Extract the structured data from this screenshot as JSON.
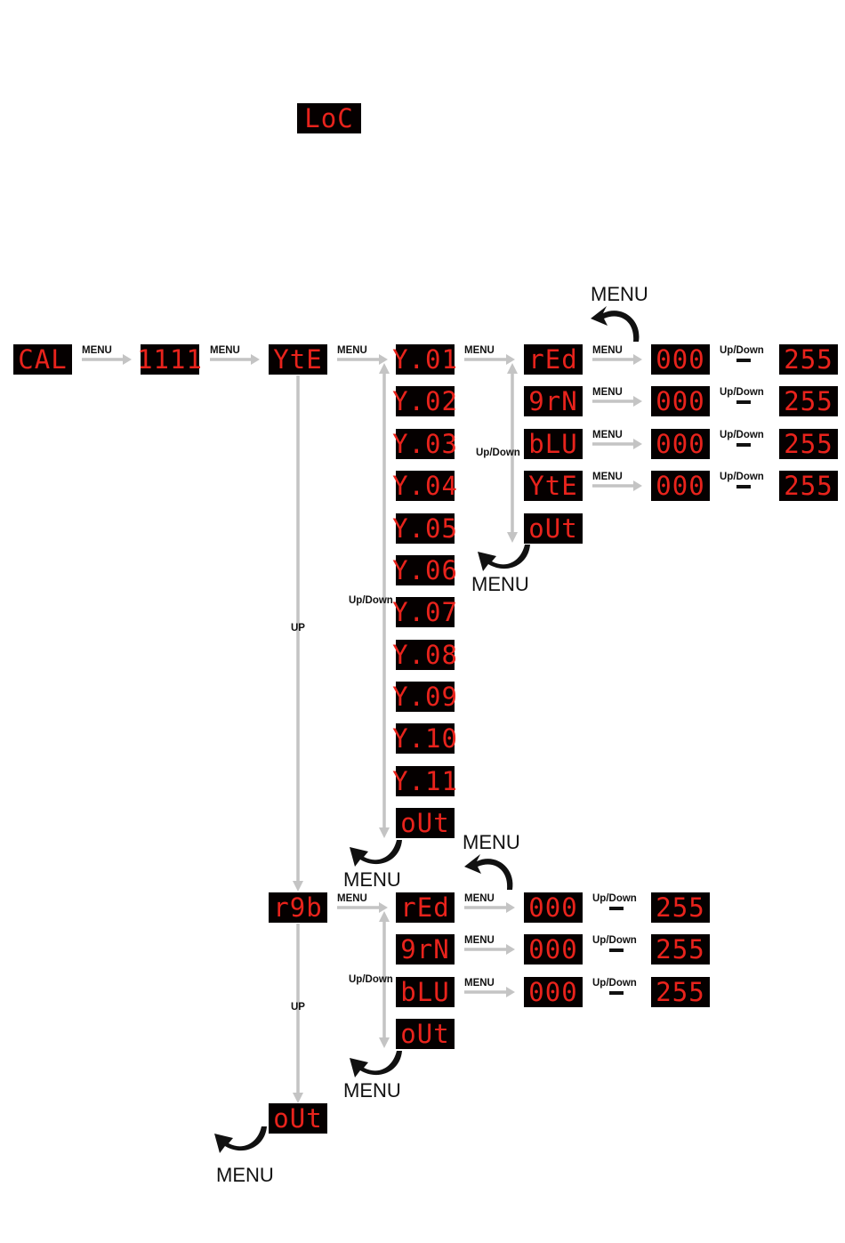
{
  "top_display": "LoC",
  "labels": {
    "menu_small": "MENU",
    "menu_big": "MENU",
    "up_down": "Up/Down",
    "up": "UP"
  },
  "row1": [
    "CAL",
    "1111",
    "YtE",
    "Y.01",
    "rEd",
    "000",
    "255"
  ],
  "y_list": [
    "Y.01",
    "Y.02",
    "Y.03",
    "Y.04",
    "Y.05",
    "Y.06",
    "Y.07",
    "Y.08",
    "Y.09",
    "Y.10",
    "Y.11",
    "oUt"
  ],
  "yte_sub": [
    "rEd",
    "9rN",
    "bLU",
    "YtE",
    "oUt"
  ],
  "yte_values": {
    "min": "000",
    "max": "255"
  },
  "rgb_node": "r9b",
  "rgb_sub": [
    "rEd",
    "9rN",
    "bLU",
    "oUt"
  ],
  "rgb_values": {
    "min": "000",
    "max": "255"
  },
  "final_out": "oUt"
}
